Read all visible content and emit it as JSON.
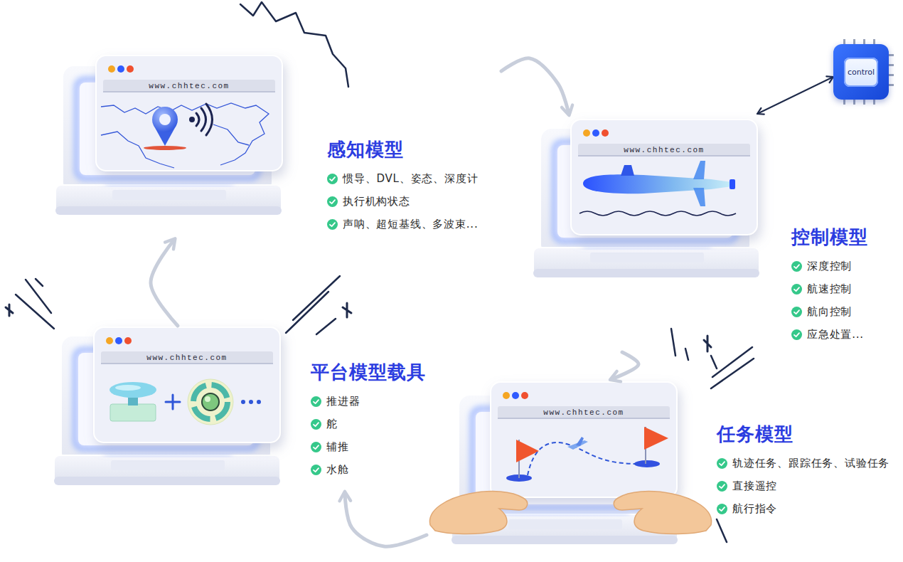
{
  "diagram": {
    "nodes": [
      {
        "text": [
          "感知模型",
          "惯导、DVL、姿态、深度计",
          "执行机构状态",
          "声呐、超短基线、多波束..."
        ]
      },
      {
        "text": [
          "control"
        ]
      },
      {
        "text": [
          "控制模型",
          "深度控制",
          "航速控制",
          "航向控制",
          "应急处置..."
        ]
      },
      {
        "text": [
          "平台模型载具",
          "推进器",
          "舵",
          "辅推",
          "水舱"
        ]
      },
      {
        "text": [
          "任务模型",
          "轨迹任务、跟踪任务、试验任务",
          "直接遥控",
          "航行指令"
        ]
      }
    ],
    "edges": [
      {
        "from": 0,
        "to": 2,
        "arrow": "to"
      },
      {
        "from": 2,
        "to": 4,
        "arrow": "to"
      },
      {
        "from": 4,
        "to": 3,
        "arrow": "to"
      },
      {
        "from": 3,
        "to": 0,
        "arrow": "to"
      },
      {
        "from": 1,
        "to": 2,
        "arrow": "both"
      }
    ],
    "labels": [
      "www.chhtec.com",
      "www.chhtec.com",
      "www.chhtec.com",
      "www.chhtec.com"
    ]
  }
}
